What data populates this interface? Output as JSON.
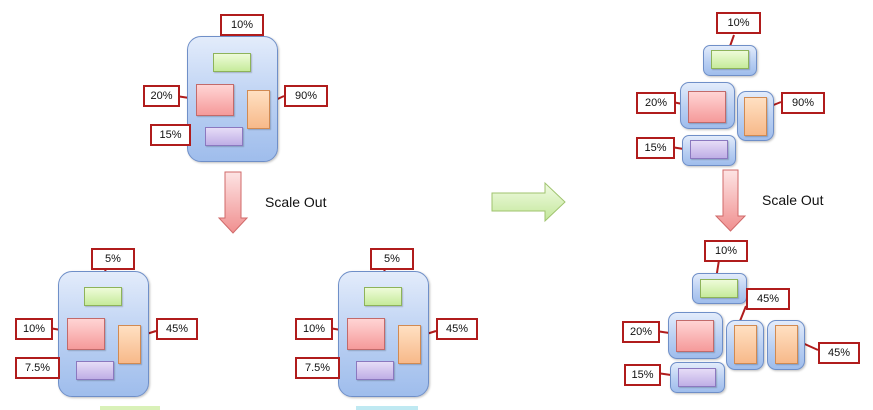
{
  "top_left": {
    "green": "10%",
    "red": "20%",
    "orange": "90%",
    "purple": "15%"
  },
  "scale_out_label_left": "Scale Out",
  "bottom_left_a": {
    "green": "5%",
    "red": "10%",
    "orange": "45%",
    "purple": "7.5%"
  },
  "bottom_left_b": {
    "green": "5%",
    "red": "10%",
    "orange": "45%",
    "purple": "7.5%"
  },
  "top_right": {
    "green": "10%",
    "red": "20%",
    "orange": "90%",
    "purple": "15%"
  },
  "scale_out_label_right": "Scale Out",
  "bottom_right": {
    "green": "10%",
    "red": "20%",
    "orange_a": "45%",
    "orange_b": "45%",
    "purple": "15%"
  },
  "colors": {
    "callout_border": "#b01c1c",
    "container": "#b9cff2",
    "green": "#c6eb9b",
    "red": "#f59a9a",
    "orange": "#f7b98a",
    "purple": "#bfaee6",
    "arrow_down": "#f6a0a0",
    "arrow_right": "#d8f2b4"
  }
}
